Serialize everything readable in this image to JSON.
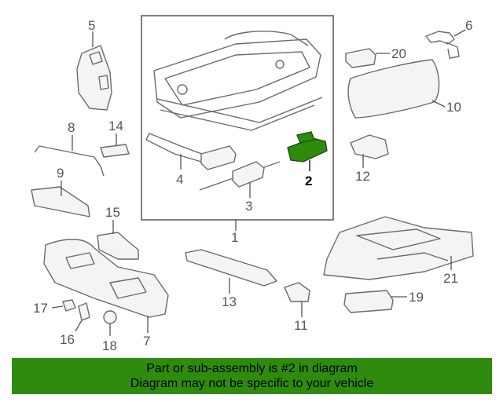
{
  "diagram": {
    "highlighted_part": "2",
    "highlight_color": "#2e8b0e",
    "callouts": {
      "c1": "1",
      "c2": "2",
      "c3": "3",
      "c4": "4",
      "c5": "5",
      "c6": "6",
      "c7": "7",
      "c8": "8",
      "c9": "9",
      "c10": "10",
      "c11": "11",
      "c12": "12",
      "c13": "13",
      "c14": "14",
      "c15": "15",
      "c16": "16",
      "c17": "17",
      "c18": "18",
      "c19": "19",
      "c20": "20",
      "c21": "21"
    }
  },
  "banner": {
    "line1": "Part or sub-assembly is #2 in diagram",
    "line2": "Diagram may not be specific to your vehicle",
    "background": "#2e8b0e"
  }
}
